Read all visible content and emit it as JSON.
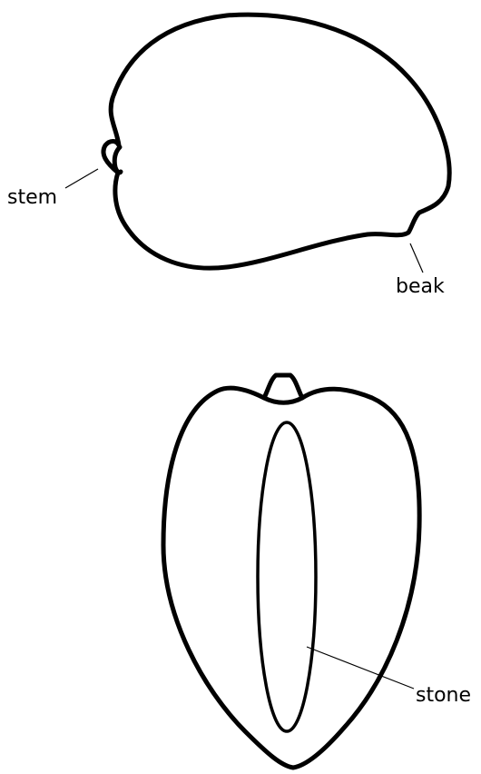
{
  "labels": {
    "stem": "stem",
    "beak": "beak",
    "stone": "stone"
  }
}
